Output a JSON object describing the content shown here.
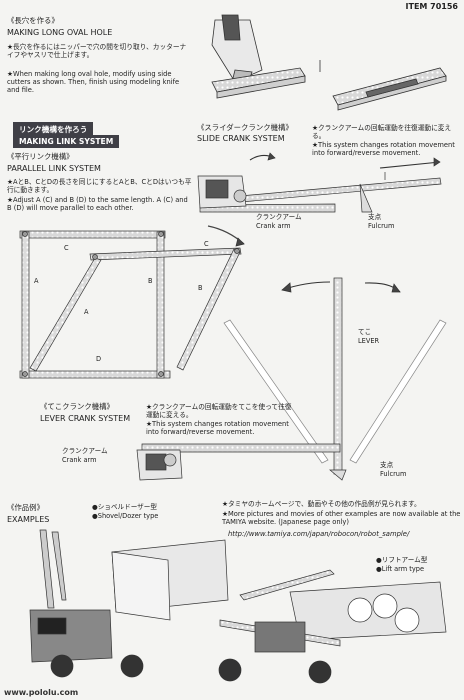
{
  "item": "ITEM 70156",
  "oval": {
    "jp": "《長穴を作る》",
    "en": "MAKING LONG OVAL HOLE",
    "body_jp": "★長穴を作るにはニッパーで穴の間を切り取り、カッターナイフやヤスリで仕上げます。",
    "body_en": "★When making long oval hole, modify using side cutters as shown. Then, finish using modeling knife and file."
  },
  "link": {
    "banner_jp": "リンク機構を作ろう",
    "banner_en": "MAKING LINK SYSTEM",
    "parallel_jp": "《平行リンク機構》",
    "parallel_en": "PARALLEL LINK SYSTEM",
    "parallel_body_jp": "★AとB、CとDの長さを同じにするとAとB、CとDはいつも平行に動きます。",
    "parallel_body_en": "★Adjust A (C) and B (D) to the same length. A (C) and B (D) will move parallel to each other.",
    "letters": {
      "a": "A",
      "b": "B",
      "c": "C",
      "d": "D"
    }
  },
  "slider": {
    "jp": "《スライダークランク機構》",
    "en": "SLIDE CRANK SYSTEM",
    "body_jp": "★クランクアームの回転運動を往復運動に変える。",
    "body_en": "★This system changes rotation movement into forward/reverse movement.",
    "crank_jp": "クランクアーム",
    "crank_en": "Crank arm",
    "fulcrum_jp": "支点",
    "fulcrum_en": "Fulcrum"
  },
  "lever": {
    "tekojp": "てこ",
    "tekoen": "LEVER",
    "jp": "《てこクランク機構》",
    "en": "LEVER CRANK SYSTEM",
    "body_jp": "★クランクアームの回転運動をてこを使って往復運動に変える。",
    "body_en": "★This system changes rotation movement into forward/reverse movement.",
    "crank_jp": "クランクアーム",
    "crank_en": "Crank arm",
    "fulcrum_jp": "支点",
    "fulcrum_en": "Fulcrum"
  },
  "examples": {
    "jp": "《作品例》",
    "en": "EXAMPLES",
    "shovel_jp": "●ショベルドーザー型",
    "shovel_en": "●Shovel/Dozer type",
    "lift_jp": "●リフトアーム型",
    "lift_en": "●Lift arm type",
    "web_jp": "★タミヤのホームページで、動画やその他の作品例が見られます。",
    "web_en": "★More pictures and movies of other examples are now available at the TAMIYA website. (Japanese page only)",
    "url": "http://www.tamiya.com/japan/robocon/robot_sample/"
  },
  "watermark": "www.pololu.com",
  "colors": {
    "banner": "#3f3f46",
    "ink": "#222222",
    "paper": "#f4f4f2"
  }
}
